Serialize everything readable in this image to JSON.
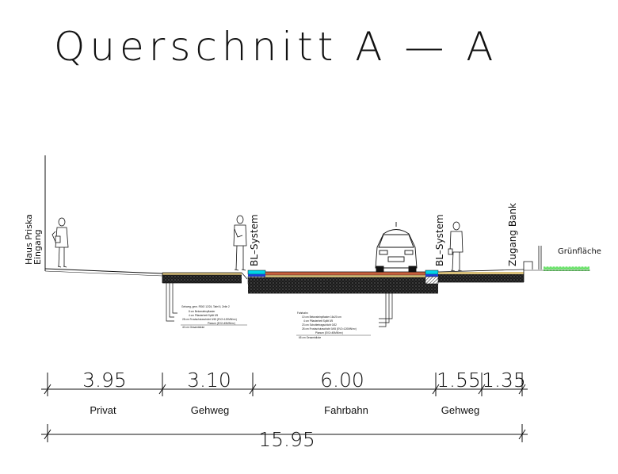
{
  "title": "Querschnitt A — A",
  "labels": {
    "left_building": [
      "Haus Priska",
      "Eingang"
    ],
    "bl_left": "BL–System",
    "bl_right": "BL–System",
    "zugang": "Zugang Bank",
    "gruen": "Grünfläche"
  },
  "layers_left": {
    "heading": "Gehweg, gem. RStO 12/24, Tafel 6, Zeile 2",
    "rows": [
      "8 cm Betonsteinpflaster",
      "4 cm Pflasterbett Splitt 0/5",
      "28 cm Frostschutzschicht 0/45 (EV2=120MN/m²)",
      "Planum (EV2=45MN/m²)",
      "40 cm Gesamtdicke"
    ]
  },
  "layers_right": {
    "heading": "Fahrbahn",
    "rows": [
      "10 cm Betonsteinpflaster 16x20 cm",
      "4 cm Pflasterbett Splitt 0/5",
      "23 cm Schottertragschicht 0/32",
      "28 cm Frostschutzschicht 0/45 (EV2=120MN/m²)",
      "Planum (EV2=45MN/m²)",
      "65 cm Gesamtdicke"
    ]
  },
  "dimensions": {
    "segments": [
      {
        "value": "3.95",
        "name": "Privat"
      },
      {
        "value": "3.10",
        "name": "Gehweg"
      },
      {
        "value": "6.00",
        "name": "Fahrbahn"
      },
      {
        "value": "1.55",
        "name": "Gehweg"
      },
      {
        "value": "1.35",
        "name": ""
      }
    ],
    "total": "15.95"
  },
  "colors": {
    "ink": "#111111",
    "paving": "#c9603c",
    "base": "#1b1b1b",
    "curb_blue": "#1f3fd6",
    "curb_cyan": "#00d4e8",
    "grass": "#2bd62b",
    "sand": "#d9c07a"
  }
}
